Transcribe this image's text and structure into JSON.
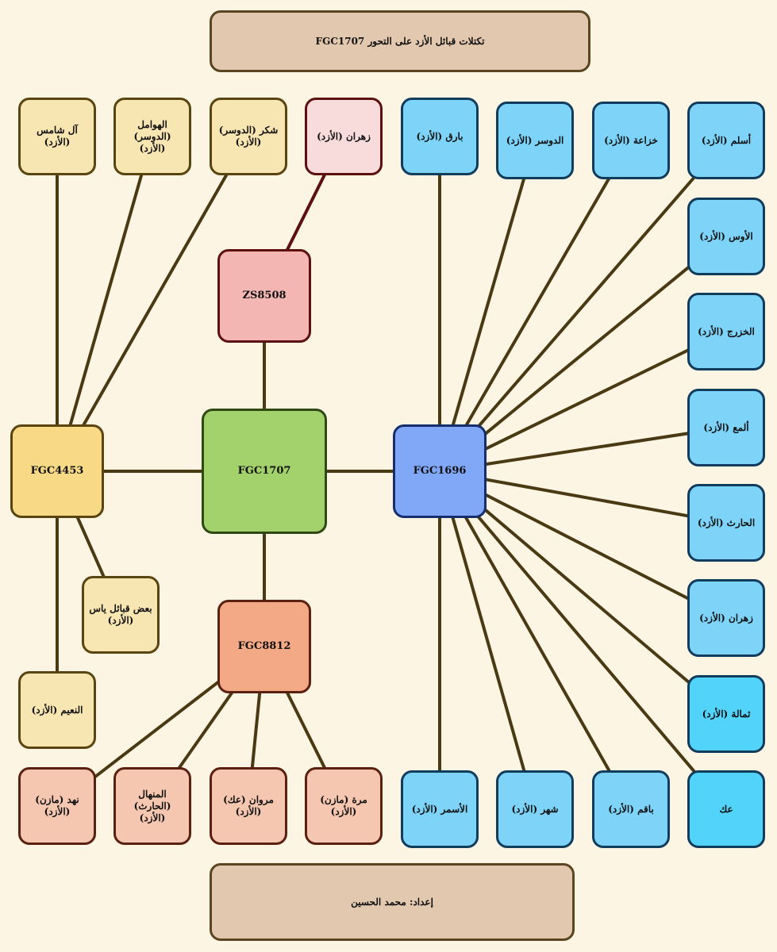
{
  "title": "تكتلات قبائل الأزد على التحور FGC1707",
  "footer": "إعداد: محمد الحسين",
  "colors": {
    "background": "#fdf5e4",
    "edge": "#4a3a14",
    "edge_zs": "#5c1010",
    "banner_fill": "#e2c8ae",
    "banner_border": "#5a4520",
    "root_fill": "#a3d16c",
    "root_border": "#2e4a12",
    "fgc4453_fill": "#f8da86",
    "fgc4453_border": "#5a4510",
    "fgc4453_child_fill": "#f7e5b2",
    "fgc4453_child_border": "#5a4510",
    "zs_fill": "#f3b6b3",
    "zs_border": "#5c1010",
    "zs_child_fill": "#f8dcdc",
    "zs_child_border": "#5c1010",
    "fgc8812_fill": "#f3a985",
    "fgc8812_border": "#5a2010",
    "fgc8812_child_fill": "#f5c6b0",
    "fgc8812_child_border": "#5a2010",
    "fgc1696_fill": "#80a8f7",
    "fgc1696_border": "#152e6e",
    "fgc1696_child_fill": "#7dd4f8",
    "fgc1696_child_border": "#123c5c",
    "fgc1696_child_alt_fill": "#52d4fa"
  },
  "nodes": {
    "root": "FGC1707",
    "fgc4453": "FGC4453",
    "zs8508": "ZS8508",
    "fgc8812": "FGC8812",
    "fgc1696": "FGC1696",
    "al_shamis": "آل شامس (الأزد)",
    "hawamil": "الهوامل (الدوسر) (الأزد)",
    "shukr": "شكر (الدوسر) (الأزد)",
    "zahran_zs": "زهران (الأزد)",
    "yas": "بعض قبائل ياس (الأزد)",
    "nuaim": "النعيم (الأزد)",
    "nahd": "نهد (مازن) (الأزد)",
    "manhal": "المنهال (الحارث) (الأزد)",
    "marwan": "مروان (عك) (الأزد)",
    "murra": "مرة (مازن) (الأزد)",
    "bariq": "بارق (الأزد)",
    "dawasir": "الدوسر (الأزد)",
    "khuzaa": "خزاعة (الأزد)",
    "aslam": "أسلم (الأزد)",
    "aws": "الأوس (الأزد)",
    "khazraj": "الخزرج (الأزد)",
    "alma": "ألمع (الأزد)",
    "harith": "الحارث (الأزد)",
    "zahran_1696": "زهران (الأزد)",
    "thumala": "ثمالة (الأزد)",
    "akk": "عك",
    "bariq_qaf": "باقم (الأزد)",
    "shahr": "شهر (الأزد)",
    "asmar": "الأسمر (الأزد)"
  }
}
